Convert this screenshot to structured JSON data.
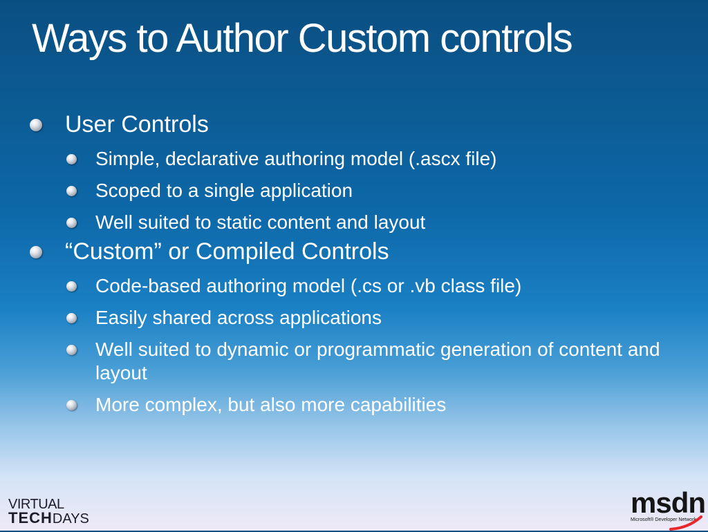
{
  "slide": {
    "title": "Ways to Author Custom controls",
    "bullets": [
      {
        "text": "User Controls",
        "level": 1
      },
      {
        "text": "Simple, declarative authoring model (.ascx file)",
        "level": 2
      },
      {
        "text": "Scoped to a single application",
        "level": 2
      },
      {
        "text": "Well suited to static content and layout",
        "level": 2
      },
      {
        "text": "“Custom” or Compiled Controls",
        "level": 1
      },
      {
        "text": "Code-based authoring model (.cs or .vb class file)",
        "level": 2
      },
      {
        "text": "Easily shared across applications",
        "level": 2
      },
      {
        "text": "Well suited to dynamic or programmatic generation of content and layout",
        "level": 2
      },
      {
        "text": "More complex, but also more capabilities",
        "level": 2
      }
    ]
  },
  "footer": {
    "left_logo_line1": "VIRTUAL",
    "left_logo_tech": "TECH",
    "left_logo_days": "DAYS",
    "right_logo_mark": "msdn",
    "right_logo_sub": "Microsoft® Developer Network"
  },
  "colors": {
    "title_text": "#ffffff",
    "bullet_text": "#ffffff",
    "background_top": "#0a4f82",
    "background_bottom": "#efe9f7",
    "swoosh_accent": "#e8262b"
  }
}
